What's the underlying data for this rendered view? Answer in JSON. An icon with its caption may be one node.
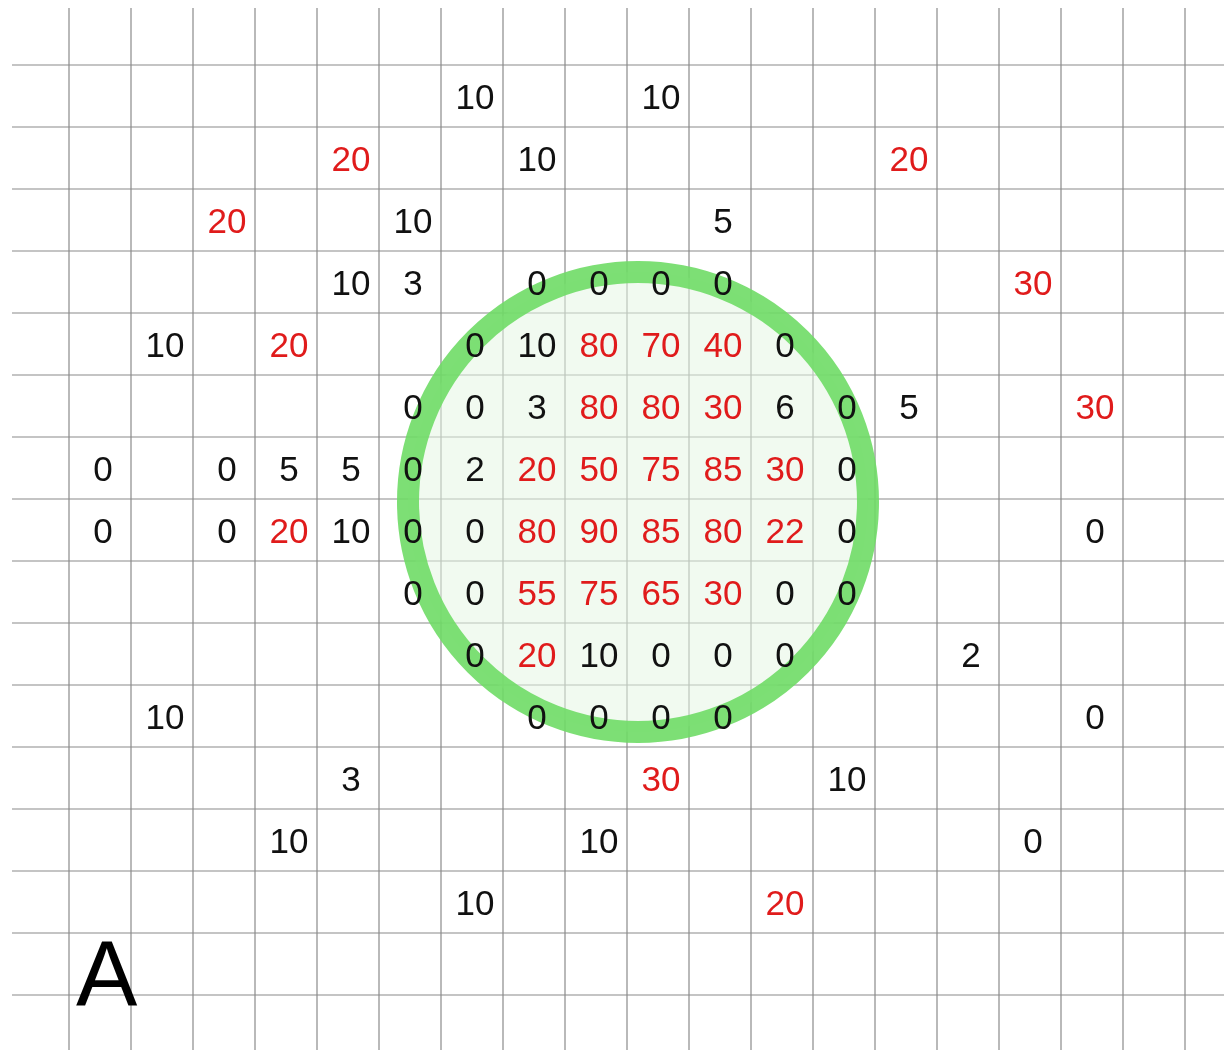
{
  "diagram": {
    "labels": [
      "10",
      "10",
      "20",
      "10",
      "20",
      "20",
      "10",
      "5",
      "10",
      "3",
      "0",
      "0",
      "0",
      "0",
      "30",
      "10",
      "20",
      "0",
      "10",
      "80",
      "70",
      "40",
      "0",
      "0",
      "0",
      "3",
      "80",
      "80",
      "30",
      "6",
      "0",
      "5",
      "30",
      "0",
      "0",
      "5",
      "5",
      "0",
      "2",
      "20",
      "50",
      "75",
      "85",
      "30",
      "0",
      "0",
      "0",
      "20",
      "10",
      "0",
      "0",
      "80",
      "90",
      "85",
      "80",
      "22",
      "0",
      "0",
      "0",
      "0",
      "55",
      "75",
      "65",
      "30",
      "0",
      "0",
      "0",
      "20",
      "10",
      "0",
      "0",
      "0",
      "2",
      "10",
      "0",
      "0",
      "0",
      "0",
      "0",
      "3",
      "30",
      "10",
      "10",
      "10",
      "0",
      "10",
      "20",
      "A"
    ]
  }
}
